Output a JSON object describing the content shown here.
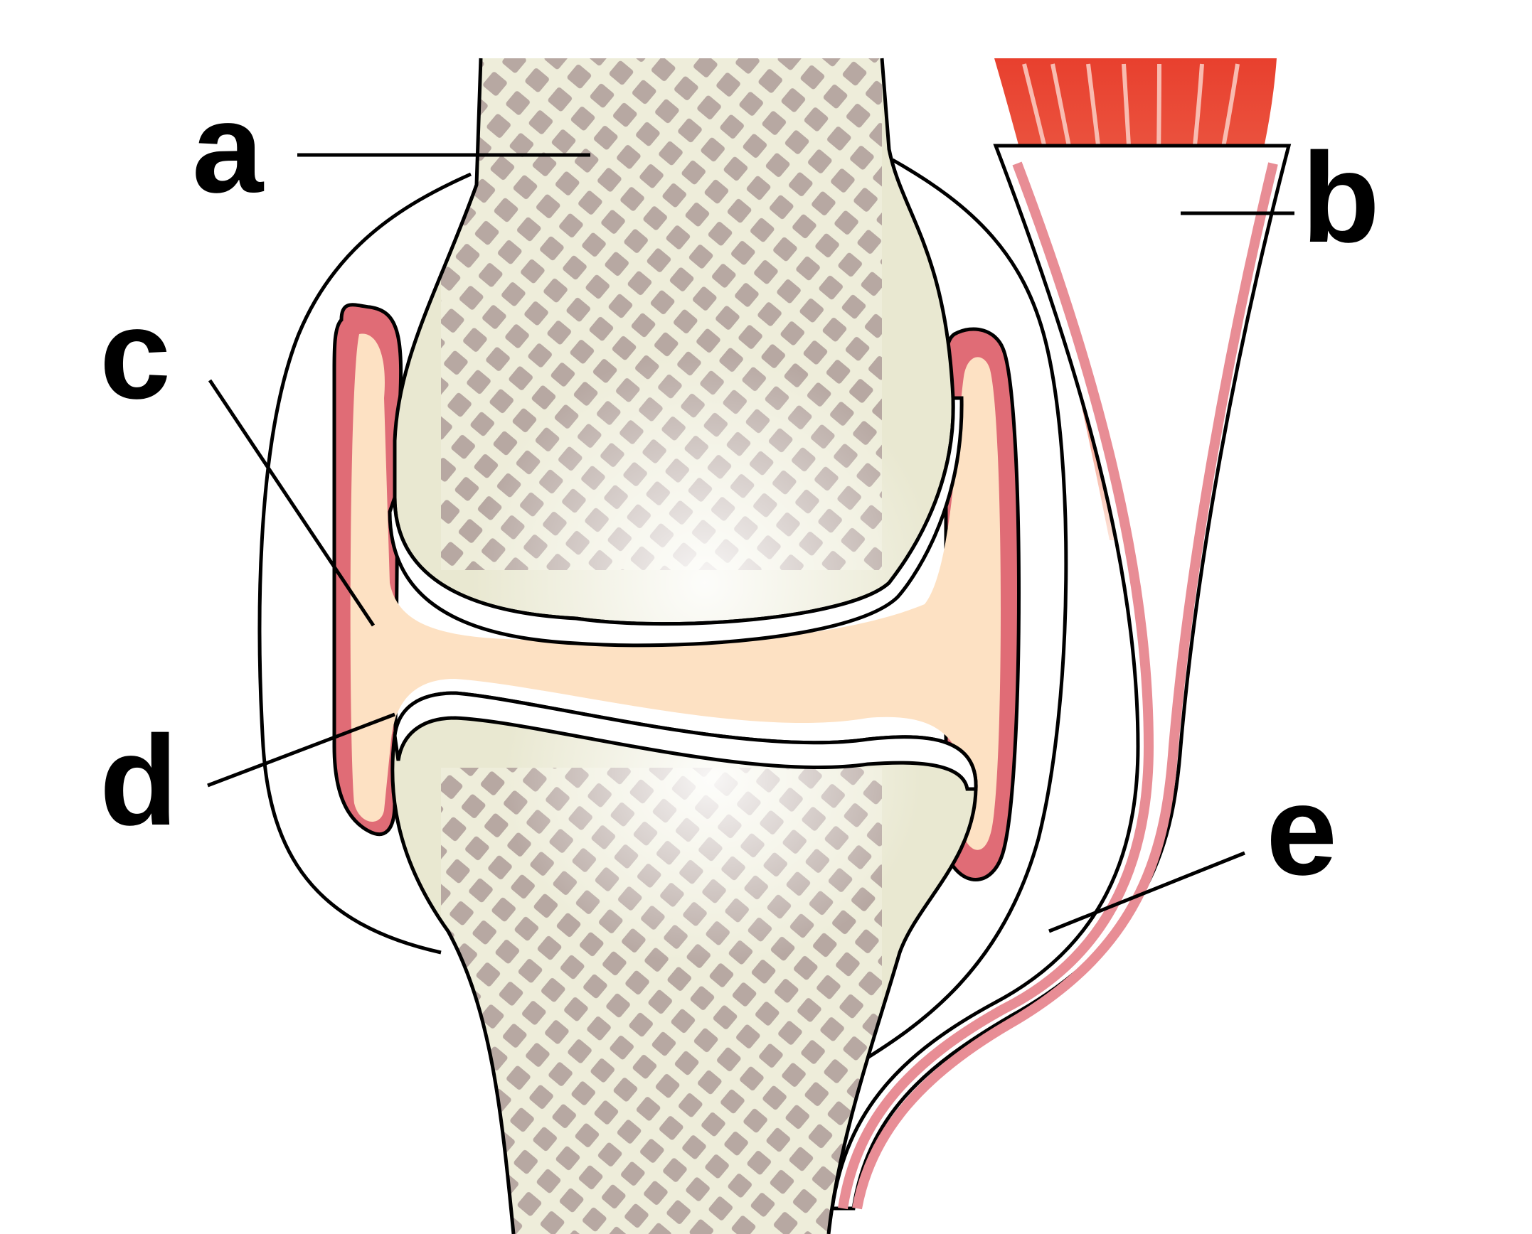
{
  "labels": {
    "a": "a",
    "b": "b",
    "c": "c",
    "d": "d",
    "e": "e"
  },
  "colors": {
    "bone": "#e9e8d1",
    "bone_shadow": "#cfcdb1",
    "trabecula": "#b1a19d",
    "synovial_fluid": "#fde1c3",
    "synovial_membrane": "#e06c76",
    "muscle": "#e64a38",
    "tendon": "#f0a8ac",
    "outline": "#000000"
  }
}
